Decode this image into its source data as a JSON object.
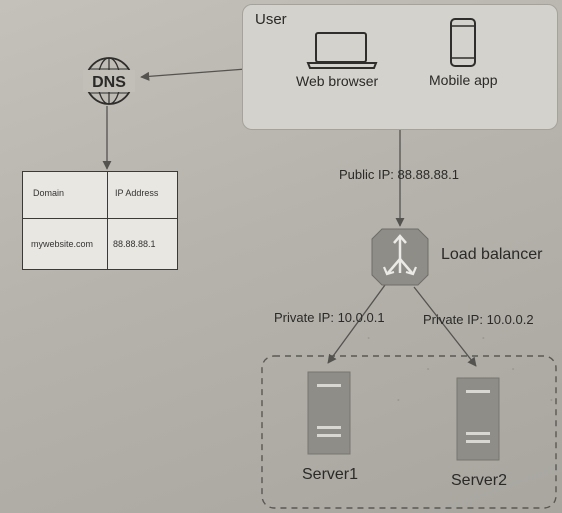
{
  "user": {
    "title": "User",
    "clients": [
      {
        "label": "Web browser",
        "icon": "laptop-icon"
      },
      {
        "label": "Mobile app",
        "icon": "mobile-phone-icon"
      }
    ]
  },
  "dns": {
    "label": "DNS",
    "table": {
      "headers": [
        "Domain",
        "IP Address"
      ],
      "rows": [
        [
          "mywebsite.com",
          "88.88.88.1"
        ]
      ]
    }
  },
  "links": {
    "public_ip": "Public IP: 88.88.88.1",
    "private_ip_1": "Private IP: 10.0.0.1",
    "private_ip_2": "Private IP: 10.0.0.2"
  },
  "load_balancer": {
    "label": "Load balancer",
    "icon": "load-balancer-icon"
  },
  "servers": [
    {
      "label": "Server1",
      "icon": "server-icon"
    },
    {
      "label": "Server2",
      "icon": "server-icon"
    }
  ]
}
